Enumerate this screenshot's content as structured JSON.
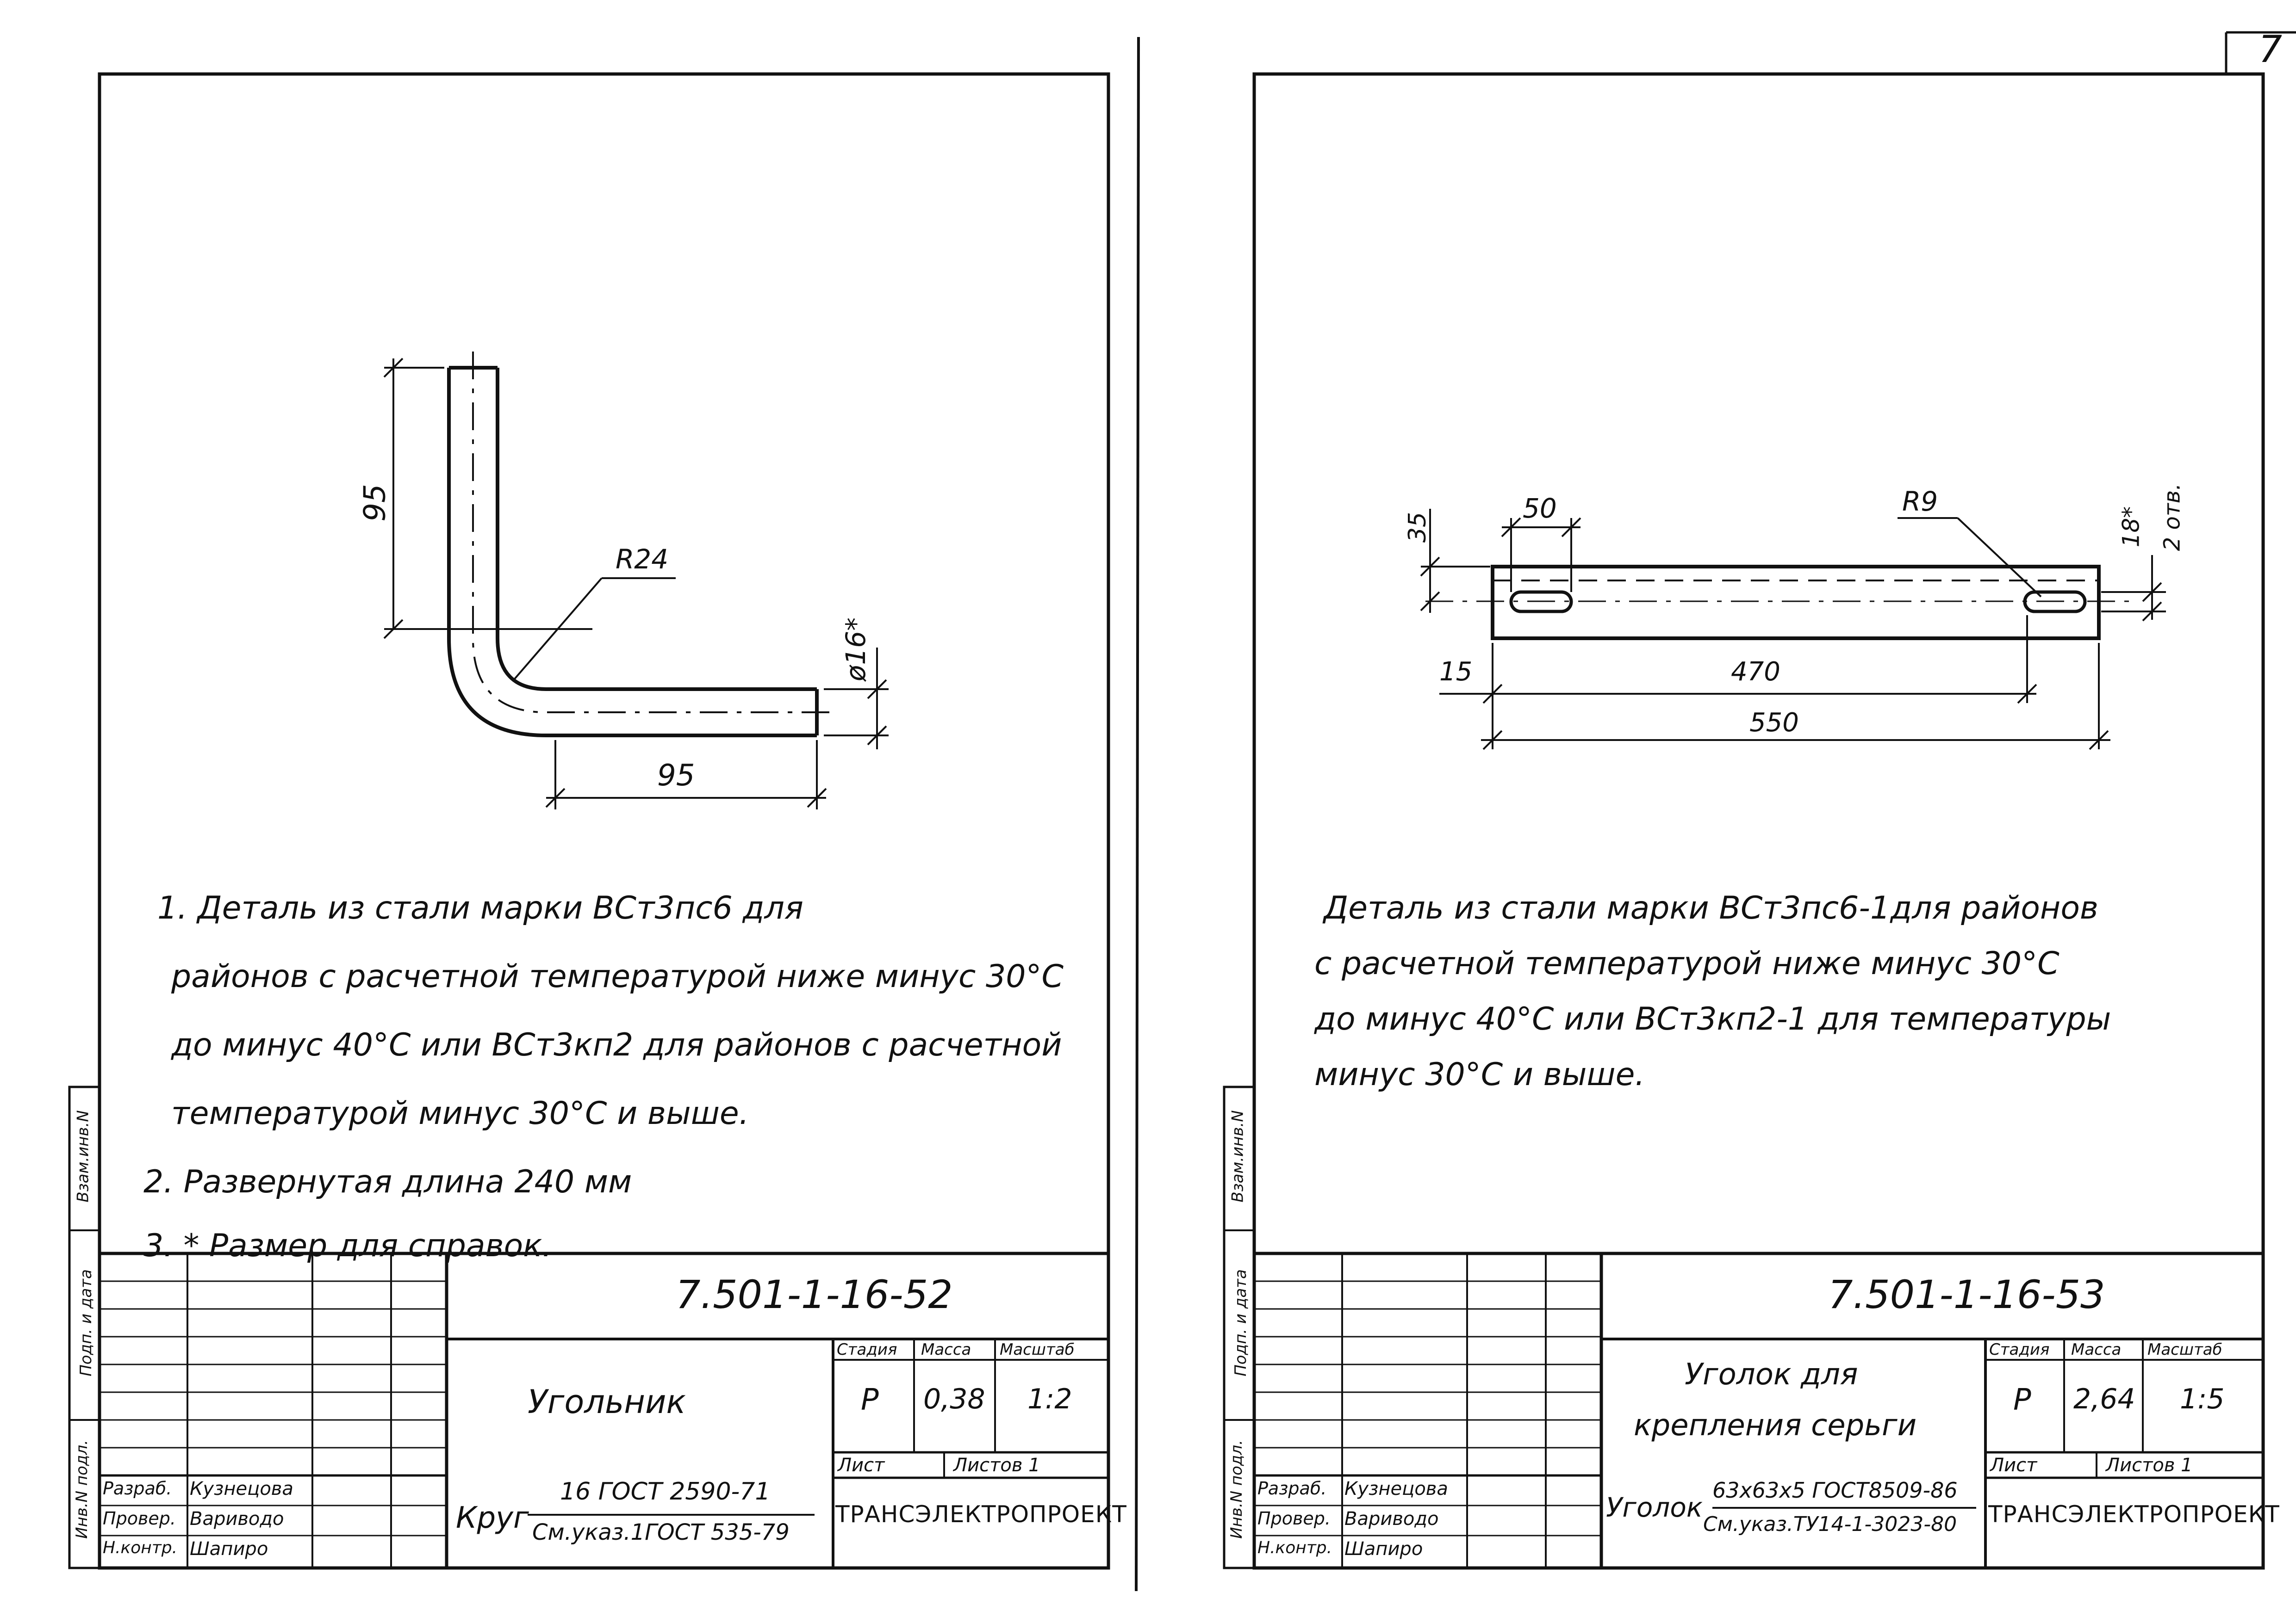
{
  "page": {
    "corner_number": "7"
  },
  "left": {
    "drawing": {
      "dim_vertical": "95",
      "dim_horizontal": "95",
      "radius": "R24",
      "diameter": "ø16*"
    },
    "notes": [
      "1. Деталь  из  стали  марки  ВСт3пс6  для",
      "районов  с расчетной  температурой  ниже  минус 30°С",
      "до  минус 40°С  или  ВСт3кп2  для  районов с расчетной",
      "температурой  минус 30°С и выше.",
      "2.  Развернутая  длина    240 мм",
      "3.  * Размер   для  справок."
    ],
    "title_block": {
      "doc_number": "7.501-1-16-52",
      "name": "Угольник",
      "stage_label": "Стадия",
      "mass_label": "Масса",
      "scale_label": "Масштаб",
      "stage": "Р",
      "mass": "0,38",
      "scale": "1:2",
      "sheet_label": "Лист",
      "sheets_label": "Листов 1",
      "material_prefix": "Круг",
      "material_top": "16   ГОСТ 2590-71",
      "material_bottom": "См.указ.1ГОСТ 535-79",
      "org": "ТРАНСЭЛЕКТРОПРОЕКТ",
      "roles": [
        {
          "role": "Разраб.",
          "name": "Кузнецова"
        },
        {
          "role": "Провер.",
          "name": "Вариводо"
        },
        {
          "role": "Н.контр.",
          "name": "Шапиро"
        }
      ],
      "side_labels": [
        "Инв.N подл.",
        "Подп. и дата",
        "Взам.инв.N"
      ]
    }
  },
  "right": {
    "drawing": {
      "dim_35": "35",
      "dim_50": "50",
      "radius": "R9",
      "dim_18": "18*",
      "holes_note": "2 отв.",
      "dim_15": "15",
      "dim_470": "470",
      "dim_550": "550"
    },
    "notes": [
      "Деталь  из  стали  марки ВСт3пс6-1для  районов",
      "с расчетной  температурой  ниже  минус 30°С",
      "до  минус 40°С  или ВСт3кп2-1 для  температуры",
      "минус  30°С  и  выше."
    ],
    "title_block": {
      "doc_number": "7.501-1-16-53",
      "name_line1": "Уголок  для",
      "name_line2": "крепления  серьги",
      "stage_label": "Стадия",
      "mass_label": "Масса",
      "scale_label": "Масштаб",
      "stage": "Р",
      "mass": "2,64",
      "scale": "1:5",
      "sheet_label": "Лист",
      "sheets_label": "Листов 1",
      "material_prefix": "Уголок",
      "material_top": "63х63х5  ГОСТ8509-86",
      "material_bottom": "См.указ.ТУ14-1-3023-80",
      "org": "ТРАНСЭЛЕКТРОПРОЕКТ",
      "roles": [
        {
          "role": "Разраб.",
          "name": "Кузнецова"
        },
        {
          "role": "Провер.",
          "name": "Вариводо"
        },
        {
          "role": "Н.контр.",
          "name": "Шапиро"
        }
      ],
      "side_labels": [
        "Инв.N подл.",
        "Подп. и дата",
        "Взам.инв.N"
      ]
    }
  }
}
